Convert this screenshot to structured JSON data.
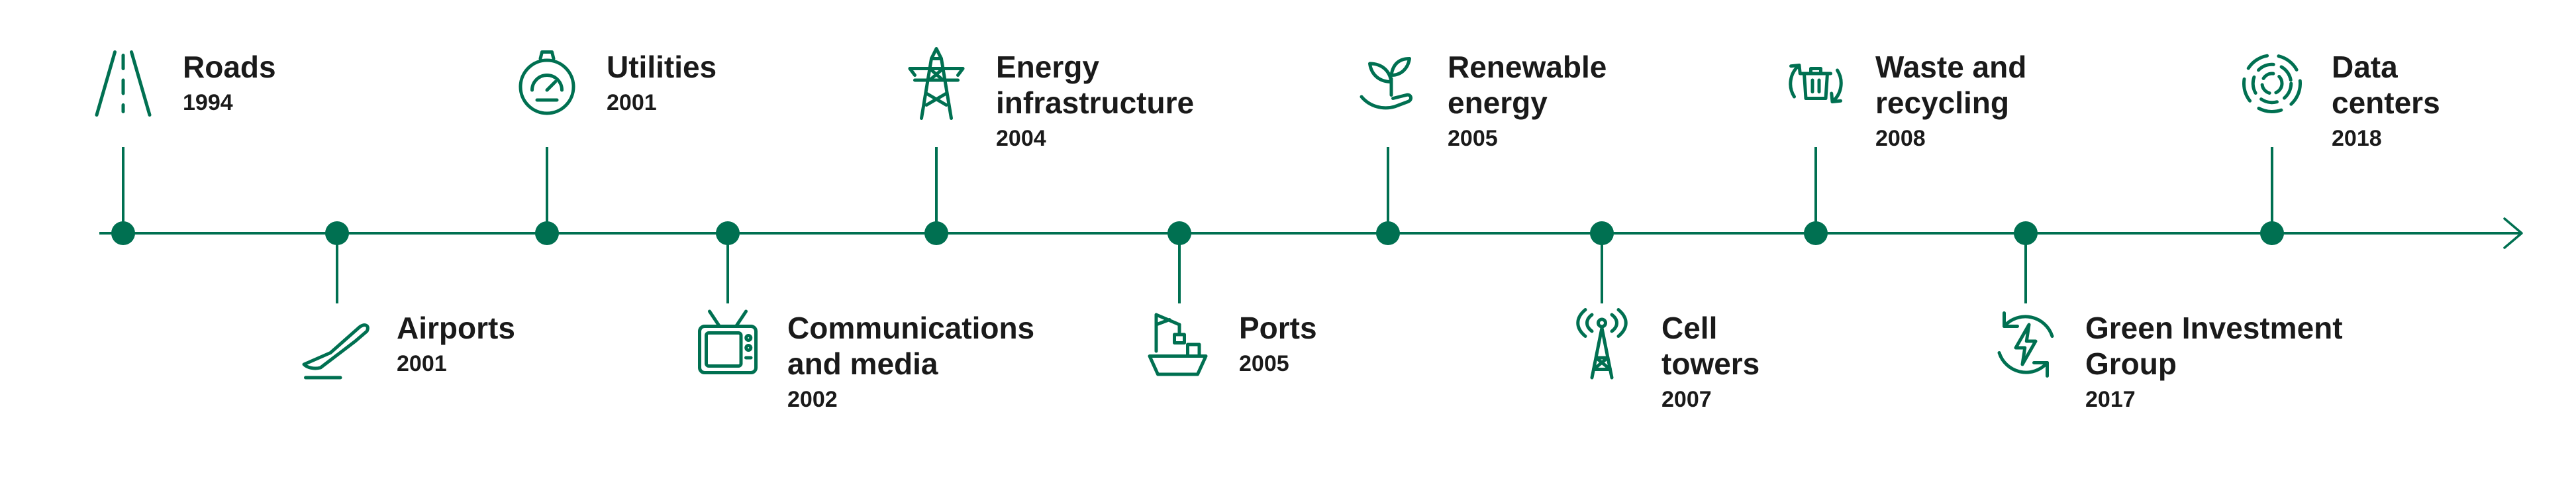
{
  "colors": {
    "accent_green": "#007051",
    "text": "#1a1a1a",
    "background": "#ffffff"
  },
  "timeline": {
    "items": [
      {
        "label": "Roads",
        "year": "1994",
        "icon": "roads-icon",
        "side": "above"
      },
      {
        "label": "Airports",
        "year": "2001",
        "icon": "airplane-icon",
        "side": "below"
      },
      {
        "label": "Utilities",
        "year": "2001",
        "icon": "utilities-meter-icon",
        "side": "above"
      },
      {
        "label": "Communications and media",
        "year": "2002",
        "icon": "television-icon",
        "side": "below"
      },
      {
        "label": "Energy infrastructure",
        "year": "2004",
        "icon": "transmission-tower-icon",
        "side": "above"
      },
      {
        "label": "Ports",
        "year": "2005",
        "icon": "port-crane-ship-icon",
        "side": "below"
      },
      {
        "label": "Renewable energy",
        "year": "2005",
        "icon": "hand-plant-icon",
        "side": "above"
      },
      {
        "label": "Cell towers",
        "year": "2007",
        "icon": "cell-tower-icon",
        "side": "below"
      },
      {
        "label": "Waste and recycling",
        "year": "2008",
        "icon": "recycling-bin-icon",
        "side": "above"
      },
      {
        "label": "Green Investment Group",
        "year": "2017",
        "icon": "green-energy-cycle-icon",
        "side": "below"
      },
      {
        "label": "Data centers",
        "year": "2018",
        "icon": "data-center-icon",
        "side": "above"
      }
    ]
  }
}
